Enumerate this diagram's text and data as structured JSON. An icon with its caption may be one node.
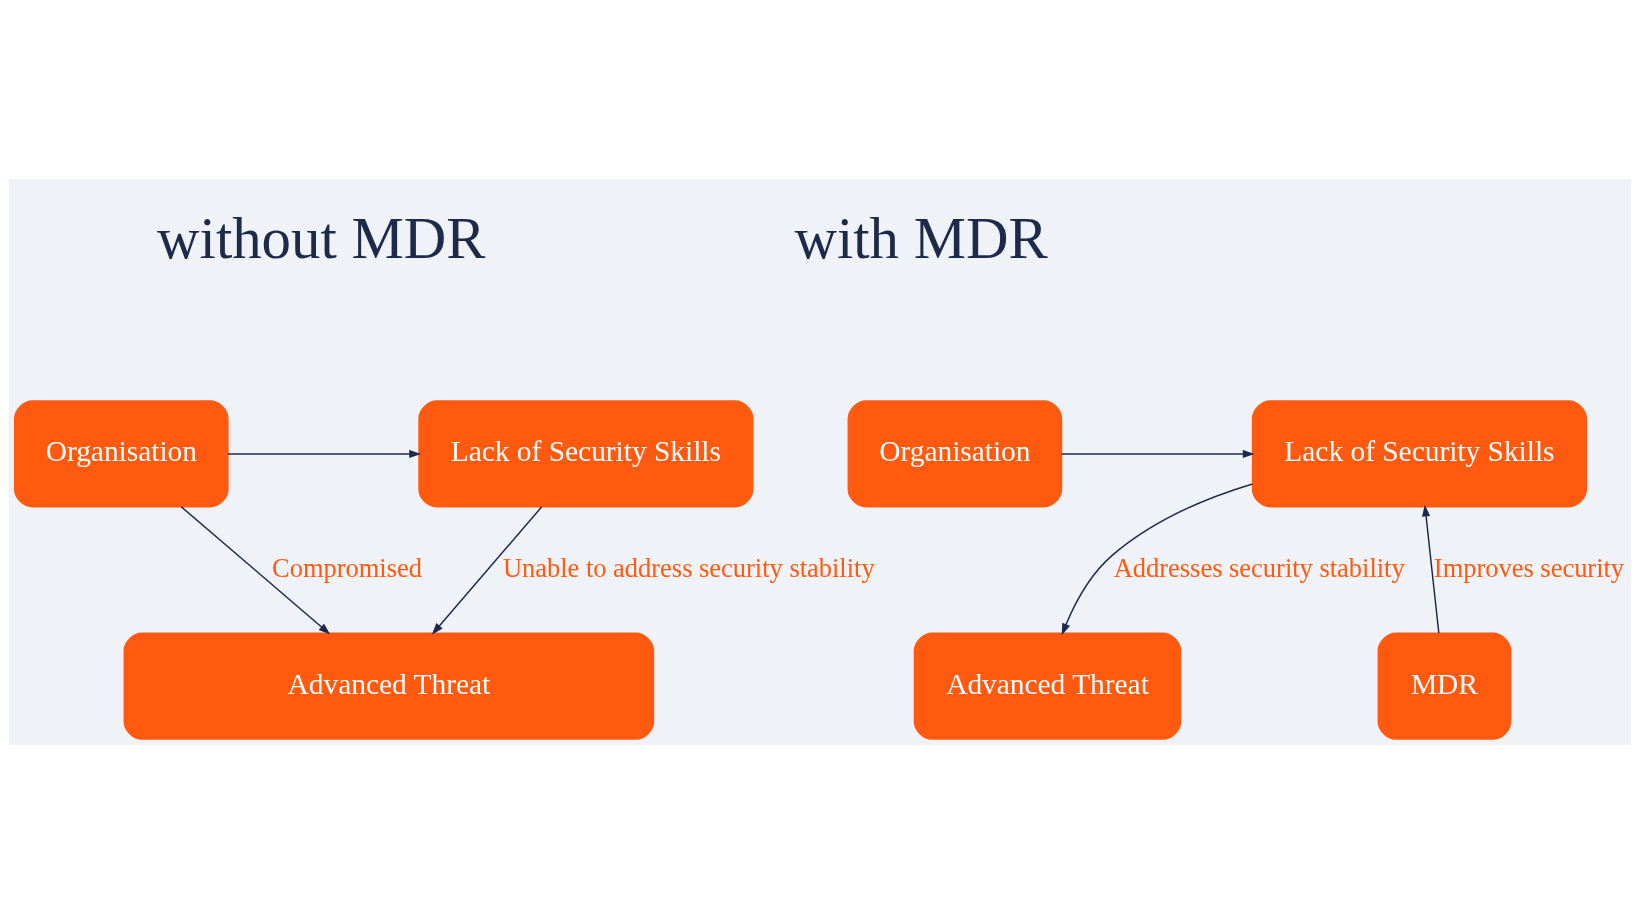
{
  "diagram": {
    "nodes": [
      {
        "text": [
          "Organisation"
        ]
      },
      {
        "text": [
          "Lack of Security Skills"
        ]
      },
      {
        "text": [
          "Advanced Threat"
        ]
      },
      {
        "text": [
          "Organisation"
        ]
      },
      {
        "text": [
          "Lack of Security Skills"
        ]
      },
      {
        "text": [
          "MDR"
        ]
      },
      {
        "text": [
          "Advanced Threat"
        ]
      }
    ],
    "edges": [
      {
        "from": 0,
        "to": 1,
        "arrow": "to"
      },
      {
        "from": 0,
        "to": 2,
        "arrow": "to",
        "label": "Compromised"
      },
      {
        "from": 1,
        "to": 2,
        "arrow": "to",
        "label": "Unable to address security stability"
      },
      {
        "from": 3,
        "to": 4,
        "arrow": "to"
      },
      {
        "from": 5,
        "to": 4,
        "arrow": "to",
        "label": "Improves security"
      },
      {
        "from": 4,
        "to": 6,
        "arrow": "to",
        "label": "Addresses security stability"
      }
    ],
    "labels": [
      "without MDR",
      "with MDR"
    ]
  }
}
